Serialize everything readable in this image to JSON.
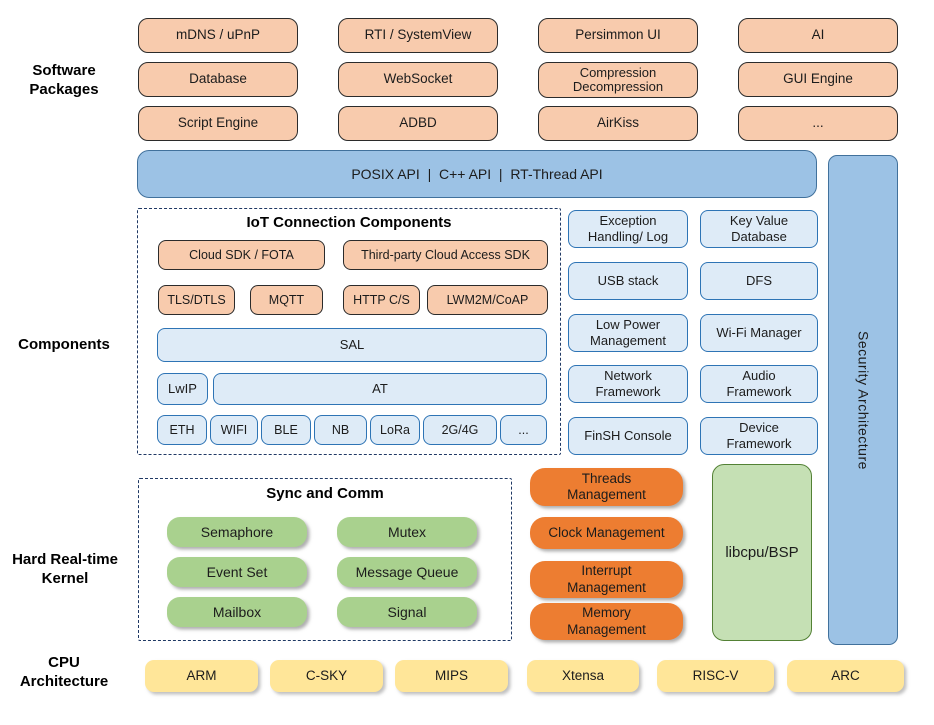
{
  "section_labels": {
    "software_packages": "Software\nPackages",
    "components": "Components",
    "kernel": "Hard Real-time\nKernel",
    "cpu": "CPU\nArchitecture"
  },
  "software_packages": {
    "items": [
      "mDNS / uPnP",
      "RTI / SystemView",
      "Persimmon UI",
      "AI",
      "Database",
      "WebSocket",
      "Compression\nDecompression",
      "GUI Engine",
      "Script Engine",
      "ADBD",
      "AirKiss",
      "..."
    ]
  },
  "api_bar": {
    "label": "POSIX API  |  C++ API  |  RT-Thread API"
  },
  "security": {
    "label": "Security Architecture"
  },
  "iot": {
    "title": "IoT Connection Components",
    "cloud_sdk": "Cloud SDK / FOTA",
    "third_party": "Third-party Cloud Access SDK",
    "protocols": [
      "TLS/DTLS",
      "MQTT",
      "HTTP C/S",
      "LWM2M/CoAP"
    ],
    "sal": "SAL",
    "lwip": "LwIP",
    "at": "AT",
    "links": [
      "ETH",
      "WIFI",
      "BLE",
      "NB",
      "LoRa",
      "2G/4G",
      "..."
    ]
  },
  "components_right": {
    "items": [
      "Exception\nHandling/ Log",
      "Key Value\nDatabase",
      "USB stack",
      "DFS",
      "Low Power\nManagement",
      "Wi-Fi Manager",
      "Network\nFramework",
      "Audio\nFramework",
      "FinSH Console",
      "Device\nFramework"
    ]
  },
  "kernel": {
    "sync_title": "Sync and Comm",
    "sync_items": [
      "Semaphore",
      "Mutex",
      "Event Set",
      "Message Queue",
      "Mailbox",
      "Signal"
    ],
    "mgmt_items": [
      "Threads\nManagement",
      "Clock Management",
      "Interrupt\nManagement",
      "Memory\nManagement"
    ],
    "libcpu": "libcpu/BSP"
  },
  "cpu_archs": {
    "items": [
      "ARM",
      "C-SKY",
      "MIPS",
      "Xtensa",
      "RISC-V",
      "ARC"
    ]
  },
  "colors": {
    "peach": "#F8CBAD",
    "blue": "#9CC2E5",
    "light_blue": "#DEEBF7",
    "blue_border": "#2E74B5",
    "green": "#A9D18E",
    "orange": "#ED7D31",
    "light_green": "#C5E0B4",
    "yellow": "#FFE699",
    "dash_border": "#1F3864"
  }
}
